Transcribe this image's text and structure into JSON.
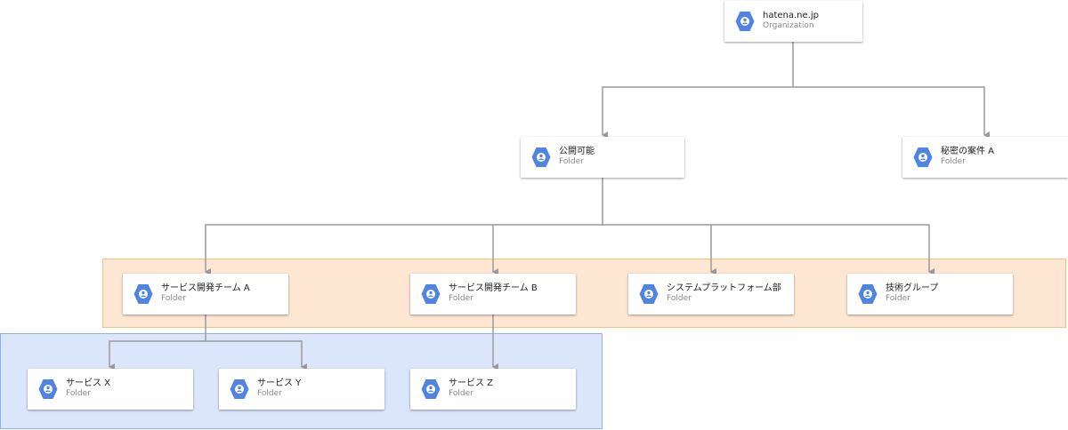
{
  "colors": {
    "hexagon": "#4f84e0",
    "connector": "#9a9a9a",
    "orange_region": "#fde6d2",
    "blue_region": "#dbe6fb"
  },
  "icon": "gcp-resource-manager-icon",
  "nodes": {
    "org": {
      "title": "hatena.ne.jp",
      "subtitle": "Organization"
    },
    "pub": {
      "title": "公開可能",
      "subtitle": "Folder"
    },
    "sec": {
      "title": "秘密の案件 A",
      "subtitle": "Folder"
    },
    "sa": {
      "title": "サービス開発チーム A",
      "subtitle": "Folder"
    },
    "sb": {
      "title": "サービス開発チーム B",
      "subtitle": "Folder"
    },
    "sys": {
      "title": "システムプラットフォーム部",
      "subtitle": "Folder"
    },
    "tech": {
      "title": "技術グループ",
      "subtitle": "Folder"
    },
    "x": {
      "title": "サービス X",
      "subtitle": "Folder"
    },
    "y": {
      "title": "サービス Y",
      "subtitle": "Folder"
    },
    "z": {
      "title": "サービス Z",
      "subtitle": "Folder"
    }
  },
  "edges": [
    [
      "org",
      "pub"
    ],
    [
      "org",
      "sec"
    ],
    [
      "pub",
      "sa"
    ],
    [
      "pub",
      "sb"
    ],
    [
      "pub",
      "sys"
    ],
    [
      "pub",
      "tech"
    ],
    [
      "sa",
      "x"
    ],
    [
      "sa",
      "y"
    ],
    [
      "sb",
      "z"
    ]
  ]
}
